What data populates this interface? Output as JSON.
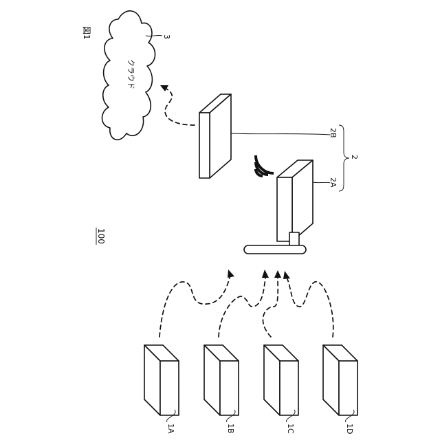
{
  "figure": {
    "figure_label": "図1",
    "system_label": "100",
    "cloud": {
      "text": "クラウド",
      "ref": "3"
    },
    "gateway": {
      "group_ref": "2",
      "router_ref": "2B",
      "antenna_ref": "2A"
    },
    "devices": [
      {
        "ref": "1A"
      },
      {
        "ref": "1B"
      },
      {
        "ref": "1C"
      },
      {
        "ref": "1D"
      }
    ]
  }
}
